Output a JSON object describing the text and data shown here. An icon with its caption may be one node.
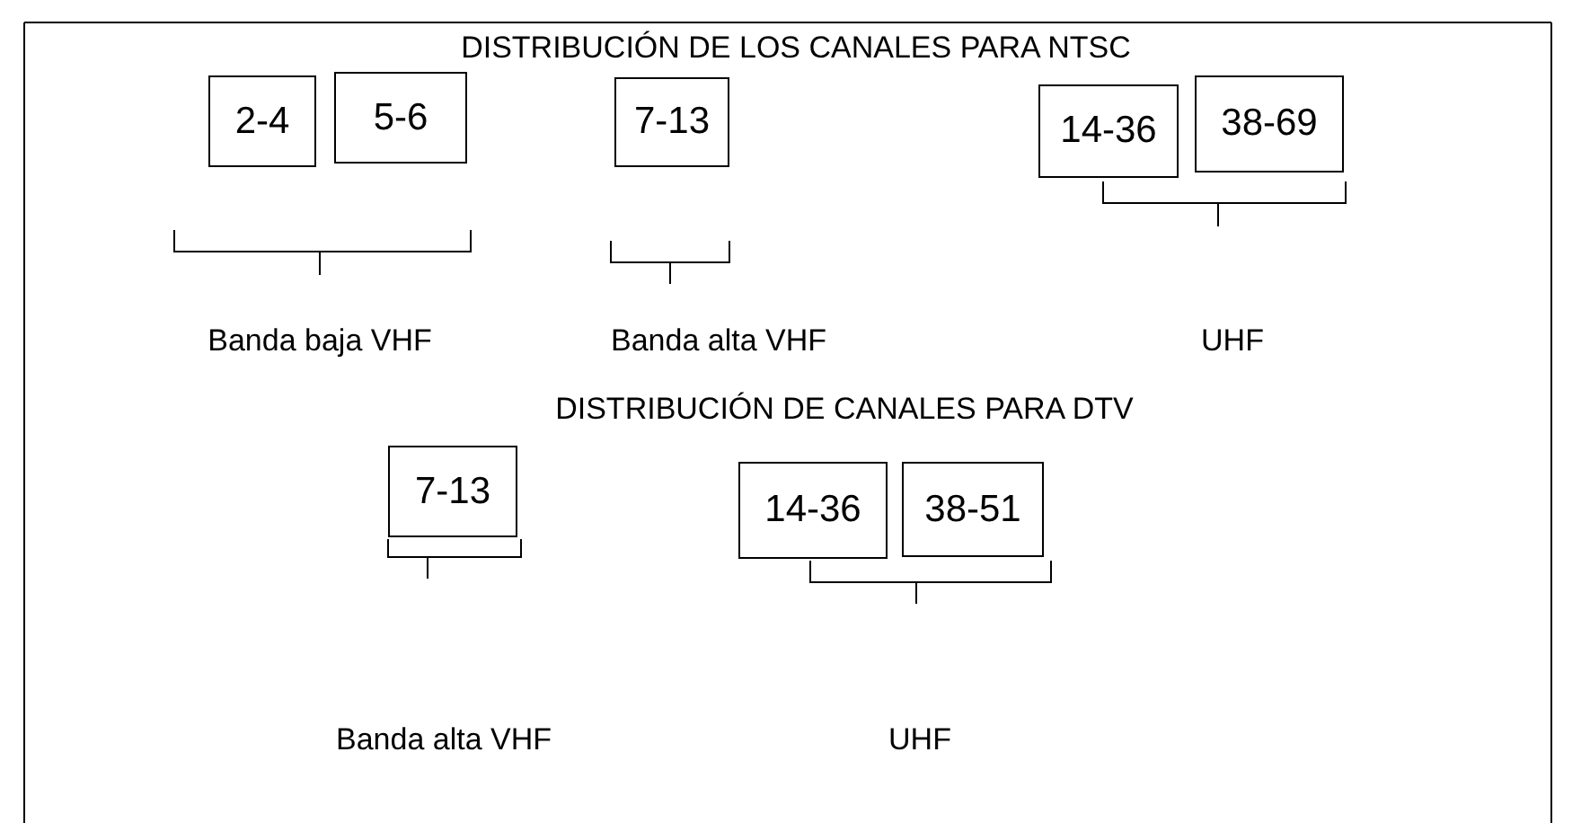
{
  "diagram": {
    "title": "DISTRIBUCIÓN DE LOS CANALES PARA NTSC",
    "nodes": [
      {
        "text": [
          "2-4"
        ]
      },
      {
        "text": [
          "5-6"
        ]
      },
      {
        "text": [
          "7-13"
        ]
      },
      {
        "text": [
          "14-36"
        ]
      },
      {
        "text": [
          "38-69"
        ]
      },
      {
        "text": [
          "7-13"
        ]
      },
      {
        "text": [
          "14-36"
        ]
      },
      {
        "text": [
          "38-51"
        ]
      }
    ],
    "labels": [
      "Banda baja VHF",
      "Banda alta VHF",
      "UHF",
      "DISTRIBUCIÓN DE CANALES PARA DTV",
      "Banda alta VHF",
      "UHF"
    ]
  }
}
